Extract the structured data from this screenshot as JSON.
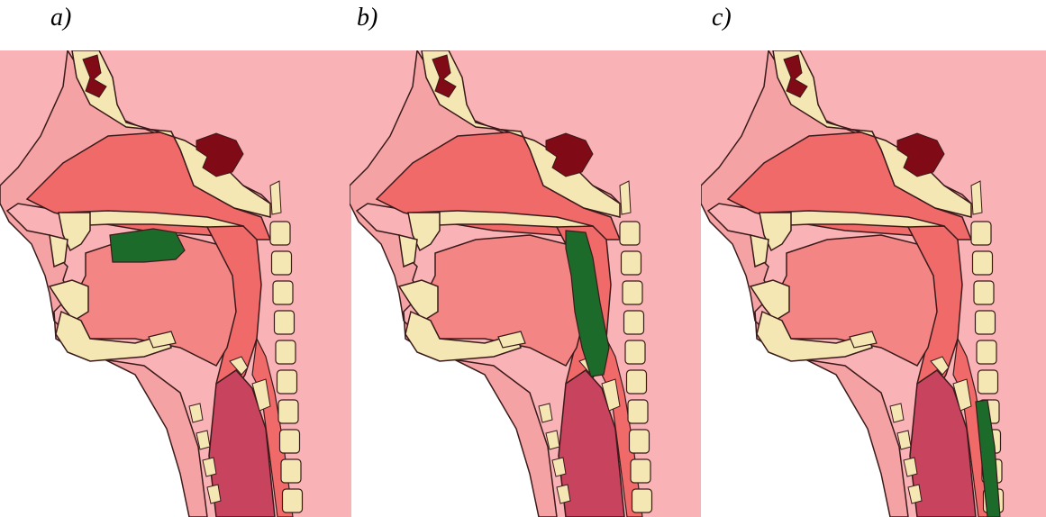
{
  "panels": [
    {
      "label": "a)",
      "highlight": "oral-cavity"
    },
    {
      "label": "b)",
      "highlight": "pharynx"
    },
    {
      "label": "c)",
      "highlight": "esophagus"
    }
  ],
  "colors": {
    "background": "#f9b3b7",
    "outline_tissue": "#f5a2a4",
    "soft_tissue": "#f06a6a",
    "tongue": "#f48585",
    "bone": "#f4e7b4",
    "sinus": "#800a16",
    "airway": "#c8435e",
    "bolus": "#1c6b2a",
    "stroke": "#3a1a1a"
  }
}
